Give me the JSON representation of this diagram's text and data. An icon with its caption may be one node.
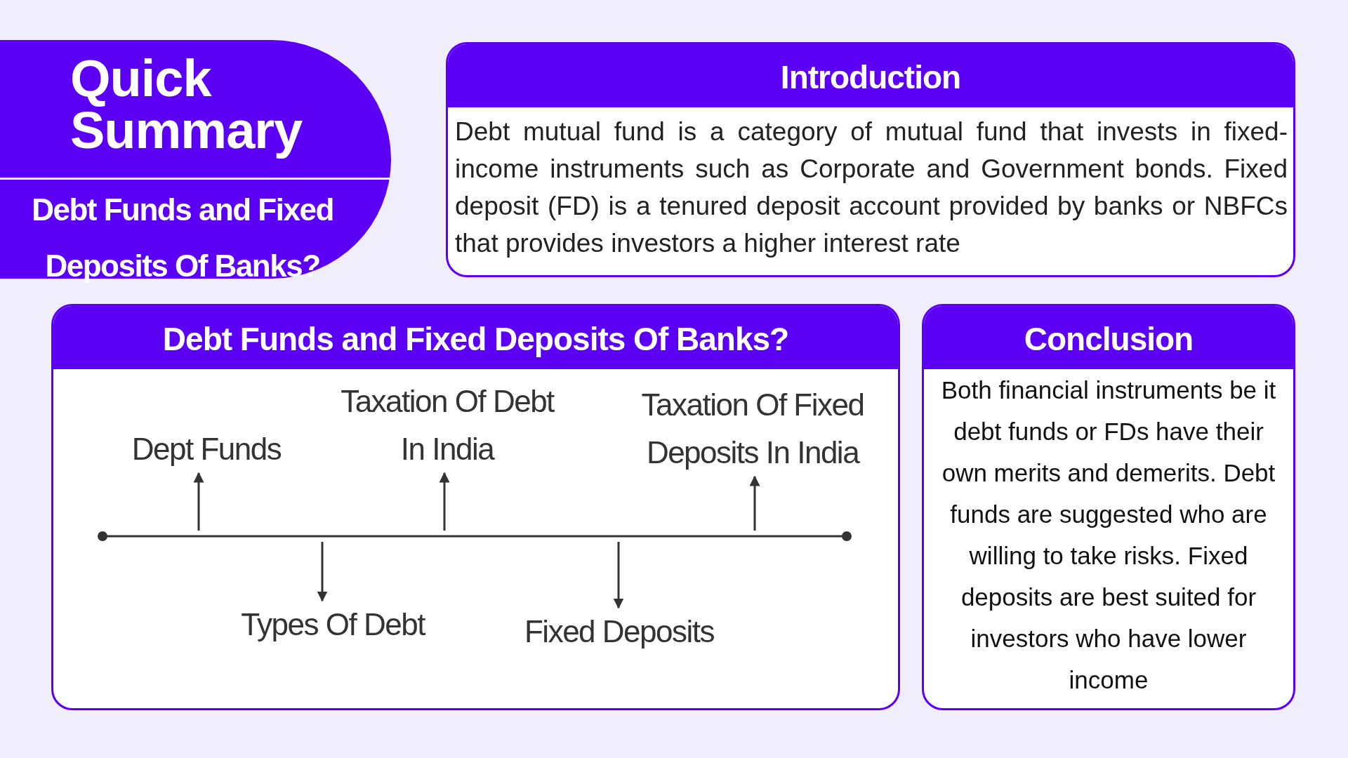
{
  "diagram": {
    "nodes": [
      {
        "text": [
          "Quick Summary",
          "Debt Funds and Fixed Deposits Of Banks?"
        ]
      },
      {
        "text": [
          "Introduction",
          "Debt mutual fund is a category of mutual fund that invests in fixed-income instruments such as Corporate and Government bonds. Fixed deposit (FD) is a tenured deposit account provided by banks or NBFCs that provides investors a higher interest rate"
        ]
      },
      {
        "text": [
          "Debt Funds and Fixed Deposits Of Banks?"
        ]
      },
      {
        "text": [
          "Conclusion",
          "Both financial instruments be it debt funds or FDs have their own merits and demerits. Debt funds are suggested who are willing to take risks. Fixed deposits are best suited for investors who have lower income"
        ]
      },
      {
        "text": [
          "Dept Funds"
        ],
        "in": 2
      },
      {
        "text": [
          "Taxation Of Debt In India"
        ],
        "in": 2
      },
      {
        "text": [
          "Taxation Of Fixed Deposits In India"
        ],
        "in": 2
      },
      {
        "text": [],
        "shape": "bar",
        "in": 2
      },
      {
        "text": [
          "Types Of Debt"
        ],
        "in": 2
      },
      {
        "text": [
          "Fixed Deposits"
        ],
        "in": 2
      }
    ],
    "edges": [
      {
        "from": 7,
        "to": 4,
        "arrow": "to"
      },
      {
        "from": 7,
        "to": 8,
        "arrow": "to"
      },
      {
        "from": 7,
        "to": 5,
        "arrow": "to"
      },
      {
        "from": 7,
        "to": 9,
        "arrow": "to"
      },
      {
        "from": 7,
        "to": 6,
        "arrow": "to"
      }
    ]
  }
}
